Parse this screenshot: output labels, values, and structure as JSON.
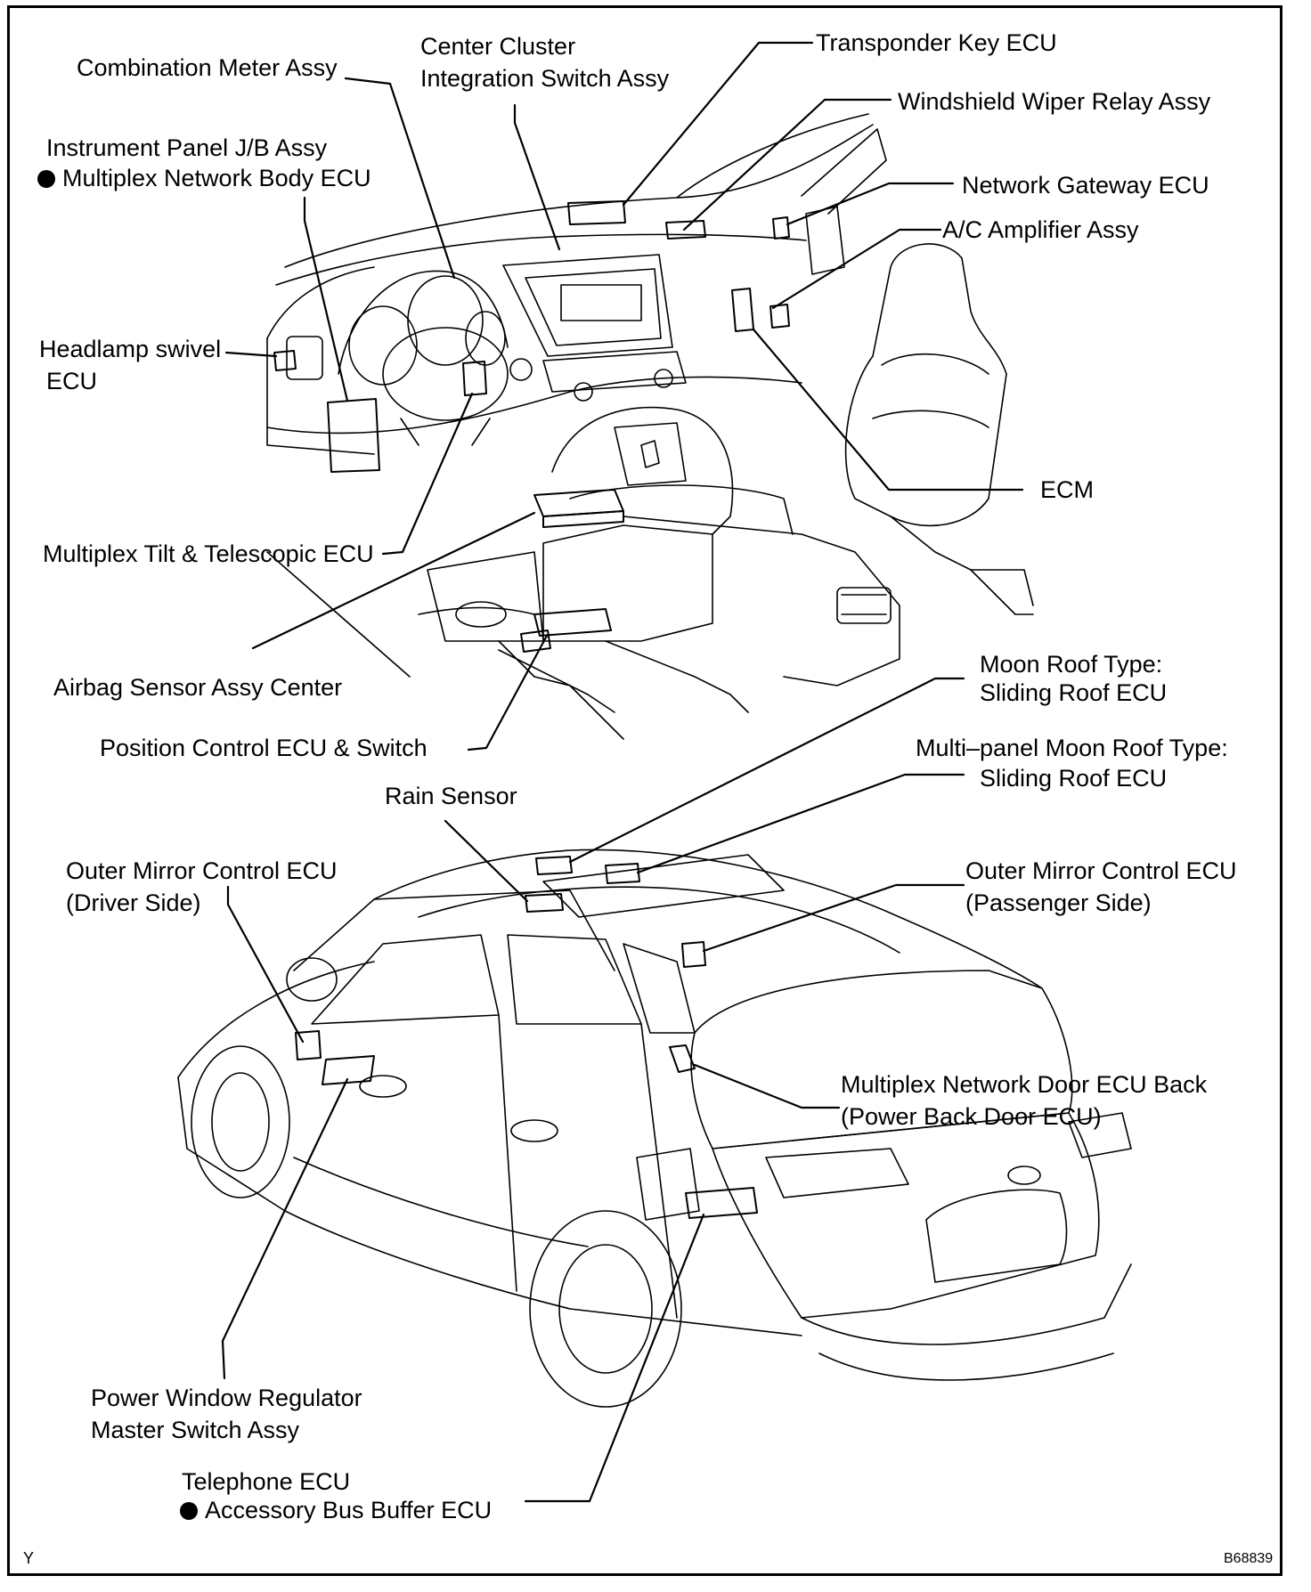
{
  "labels": {
    "combination_meter": "Combination Meter Assy",
    "center_cluster_1": "Center Cluster",
    "center_cluster_2": "Integration Switch Assy",
    "transponder_key": "Transponder Key ECU",
    "windshield_wiper": "Windshield Wiper Relay Assy",
    "instrument_panel_jb": "Instrument Panel J/B Assy",
    "multiplex_network_body": "Multiplex Network Body ECU",
    "network_gateway": "Network Gateway ECU",
    "ac_amplifier": "A/C Amplifier Assy",
    "headlamp_swivel_1": "Headlamp swivel",
    "headlamp_swivel_2": "ECU",
    "ecm": "ECM",
    "tilt_telescopic": "Multiplex Tilt & Telescopic ECU",
    "airbag_sensor": "Airbag Sensor Assy Center",
    "moon_roof_1": "Moon Roof Type:",
    "moon_roof_2": "Sliding Roof ECU",
    "position_control": "Position Control ECU & Switch",
    "multipanel_1": "Multi–panel Moon Roof Type:",
    "multipanel_2": "Sliding Roof ECU",
    "rain_sensor": "Rain Sensor",
    "outer_mirror_driver_1": "Outer Mirror Control ECU",
    "outer_mirror_driver_2": "(Driver Side)",
    "outer_mirror_pass_1": "Outer Mirror Control ECU",
    "outer_mirror_pass_2": "(Passenger Side)",
    "door_ecu_back_1": "Multiplex Network Door ECU Back",
    "door_ecu_back_2": "(Power Back Door ECU)",
    "power_window_1": "Power Window Regulator",
    "power_window_2": "Master Switch Assy",
    "telephone": "Telephone ECU",
    "accessory_bus": "Accessory Bus Buffer ECU"
  },
  "corner_left": "Y",
  "figure_code": "B68839"
}
